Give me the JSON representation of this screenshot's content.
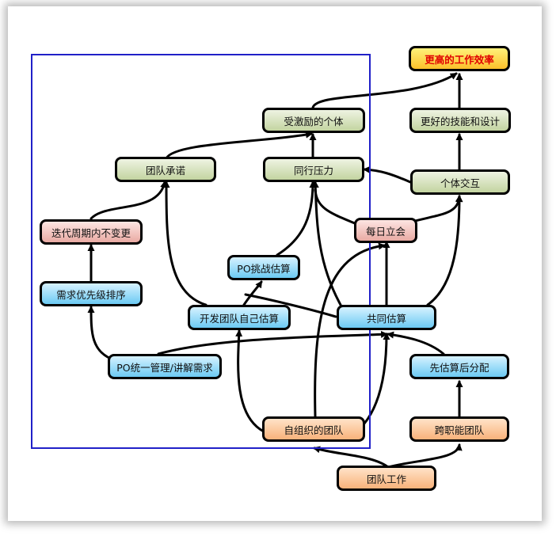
{
  "nodes": {
    "higher_efficiency": "更高的工作效率",
    "motivated_individual": "受激励的个体",
    "better_skills_design": "更好的技能和设计",
    "team_commitment": "团队承诺",
    "peer_pressure": "同行压力",
    "individual_interaction": "个体交互",
    "no_change_in_iteration": "迭代周期内不变更",
    "daily_standup": "每日立会",
    "po_challenge_estimate": "PO挑战估算",
    "requirement_prioritization": "需求优先级排序",
    "dev_team_self_estimate": "开发团队自己估算",
    "joint_estimate": "共同估算",
    "po_unified_management": "PO统一管理/讲解需求",
    "estimate_then_assign": "先估算后分配",
    "self_organizing_team": "自组织的团队",
    "cross_functional_team": "跨职能团队",
    "teamwork": "团队工作"
  },
  "colors": {
    "box_outline": "#2020c8",
    "green_node": "#c3d4a0",
    "blue_node": "#6ccaf3",
    "pink_node": "#e9aaa3",
    "orange_node": "#f8b27a",
    "yellow_node": "#fbbf2a",
    "highlight_text": "#e00000"
  }
}
